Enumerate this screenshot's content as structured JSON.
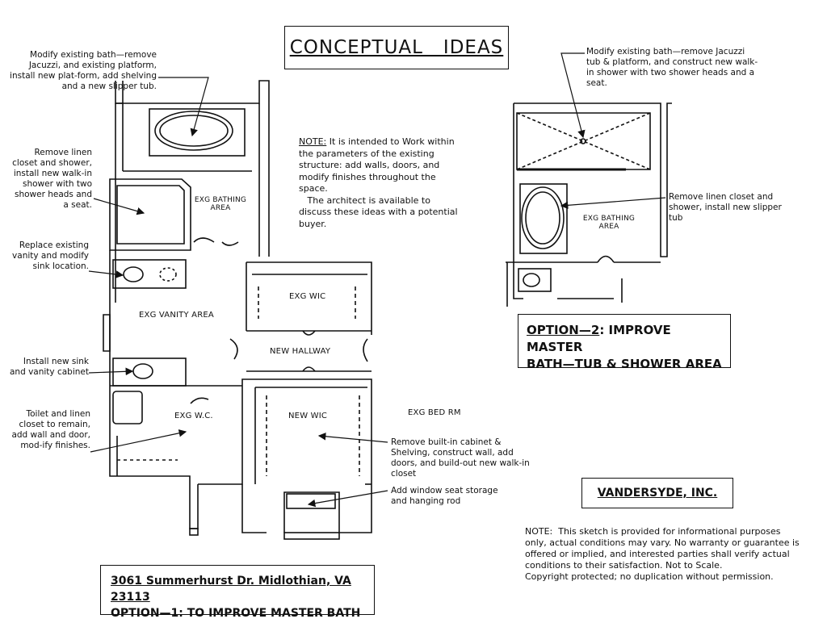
{
  "title": "CONCEPTUAL   IDEAS",
  "notes_left": [
    "Modify existing bath—remove Jacuzzi, and existing platform, install new plat-form, add shelving and a new slipper tub.",
    "Remove linen closet and shower, install new walk-in shower with two shower heads and a seat.",
    "Replace existing vanity and modify sink location.",
    "Install new sink and vanity cabinet",
    "Toilet and linen closet to remain, add wall and door, mod-ify finishes."
  ],
  "notes_right": [
    "Remove built-in cabinet & Shelving, construct wall, add doors, and build-out new walk-in closet",
    "Add window seat storage and hanging rod"
  ],
  "center_note": {
    "label": "NOTE:",
    "line1": " It is intended to Work within the parameters of the existing structure: add walls, doors, and modify finishes throughout the space.",
    "line2": "The architect is available to discuss these ideas with a potential buyer."
  },
  "plan1_labels": {
    "bathing": "EXG BATHING AREA",
    "wic": "EXG WIC",
    "vanity": "EXG VANITY AREA",
    "hallway": "NEW HALLWAY",
    "wc": "EXG W.C.",
    "new_wic": "NEW WIC",
    "bed": "EXG BED RM"
  },
  "option2": {
    "note_top": "Modify existing bath—remove Jacuzzi tub & platform, and construct new walk-in shower with two shower heads and a seat.",
    "note_mid": "Remove linen closet and shower, install new slipper tub",
    "bathing": "EXG BATHING AREA",
    "box_line1_ul": "OPTION—2",
    "box_line1_rest": ": IMPROVE MASTER",
    "box_line2": "BATH—TUB & SHOWER AREA"
  },
  "company": "VANDERSYDE, INC.",
  "disclaimer": {
    "label": "NOTE:",
    "text": "This sketch is provided for informational purposes only, actual conditions may vary. No warranty or guarantee is offered or implied, and interested parties shall verify actual conditions to their satisfaction. Not to Scale.",
    "copyright": "Copyright protected; no duplication without permission."
  },
  "address_box": {
    "line1": "3061 Summerhurst Dr. Midlothian, VA 23113",
    "line2": "OPTION—1: TO IMPROVE MASTER BATH"
  }
}
